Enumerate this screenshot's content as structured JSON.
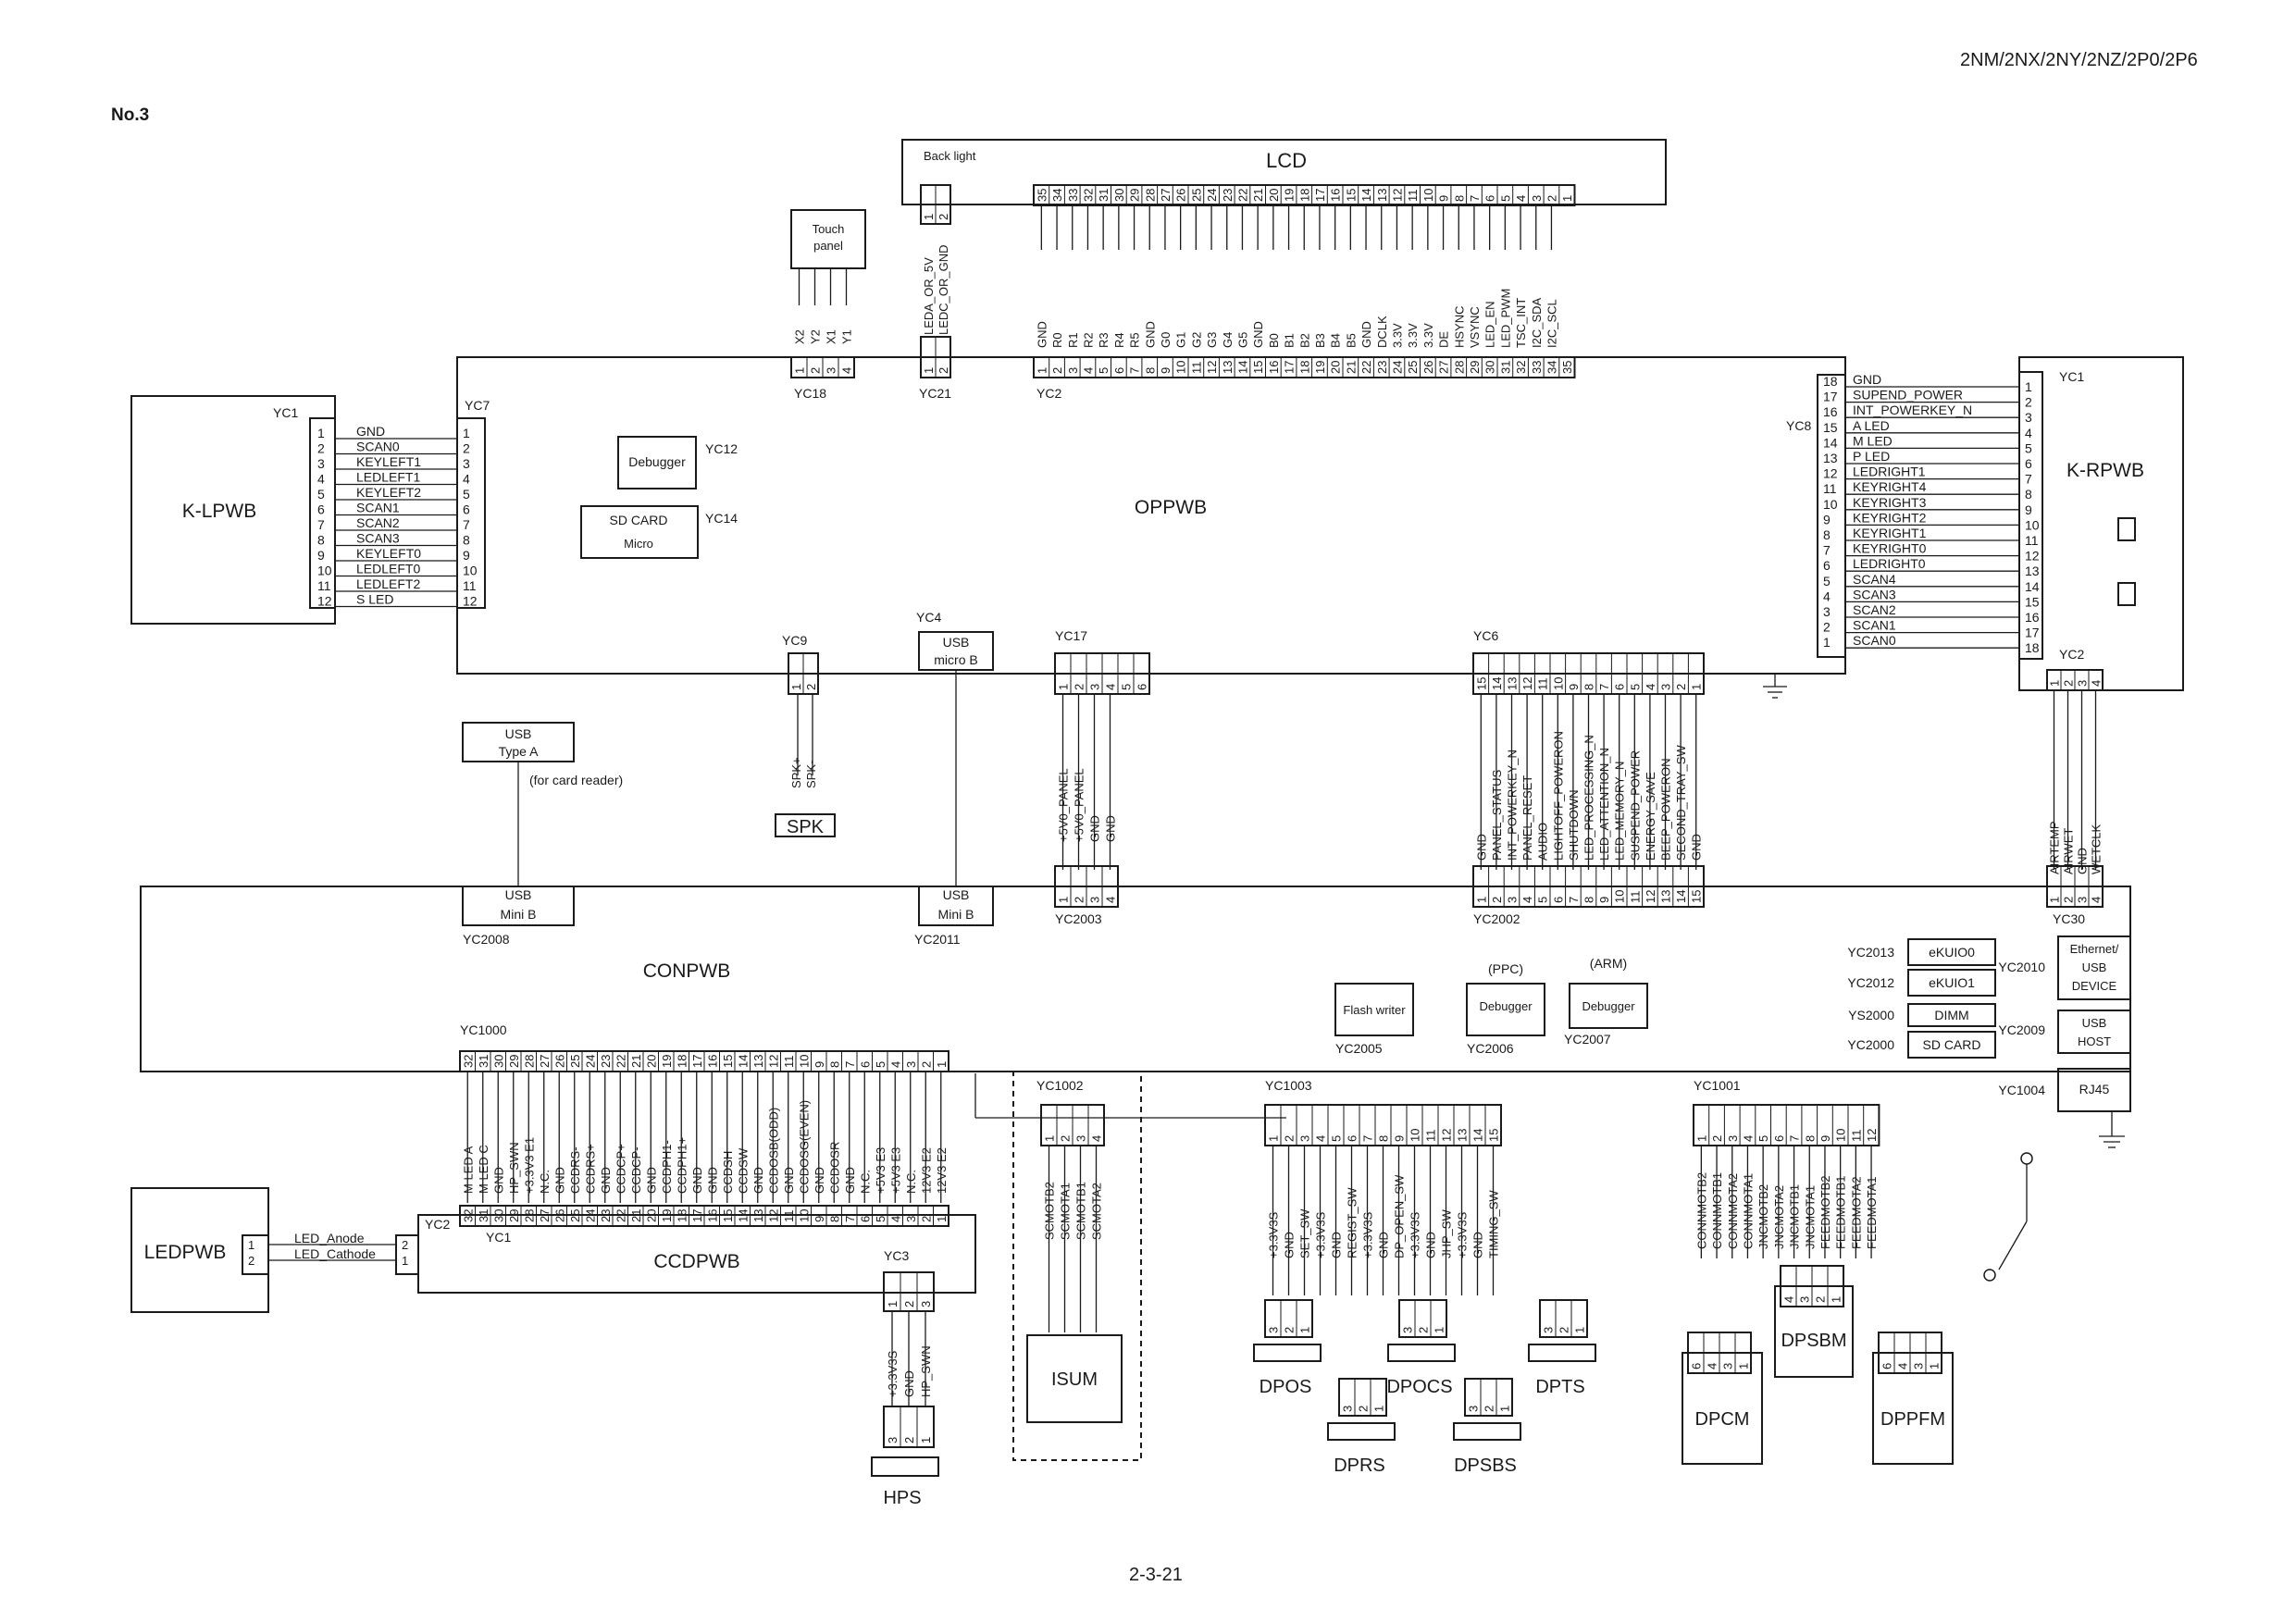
{
  "header": {
    "model": "2NM/2NX/2NY/2NZ/2P0/2P6",
    "section": "No.3"
  },
  "footer": {
    "page": "2-3-21"
  },
  "boards": {
    "lcd": "LCD",
    "backlight": "Back light",
    "touch": "Touch panel",
    "oppwb": "OPPWB",
    "conpwb": "CONPWB",
    "ccdpwb": "CCDPWB",
    "klpwb": "K-LPWB",
    "krpwb": "K-RPWB",
    "ledpwb": "LEDPWB",
    "isum": "ISUM",
    "spk": "SPK",
    "debugger": "Debugger",
    "sdcard": "SD CARD",
    "micro": "Micro",
    "usb": "USB",
    "usb_microb": "micro B",
    "usb_typea": "Type A",
    "usb_minib": "Mini B",
    "card_reader_note": "(for card reader)",
    "flash_writer": "Flash writer",
    "ppc": "(PPC)",
    "arm": "(ARM)",
    "ekuio0": "eKUIO0",
    "ekuio1": "eKUIO1",
    "dimm": "DIMM",
    "eth_usb_device": [
      "Ethernet/",
      "USB",
      "DEVICE"
    ],
    "usb_host": [
      "USB",
      "HOST"
    ],
    "rj45": "RJ45"
  },
  "connector_ids": {
    "yc1": "YC1",
    "yc2": "YC2",
    "yc3": "YC3",
    "yc4": "YC4",
    "yc6": "YC6",
    "yc7": "YC7",
    "yc8": "YC8",
    "yc9": "YC9",
    "yc12": "YC12",
    "yc14": "YC14",
    "yc17": "YC17",
    "yc18": "YC18",
    "yc21": "YC21",
    "yc30": "YC30",
    "yc1000": "YC1000",
    "yc1001": "YC1001",
    "yc1002": "YC1002",
    "yc1003": "YC1003",
    "yc1004": "YC1004",
    "yc2000": "YC2000",
    "yc2002": "YC2002",
    "yc2003": "YC2003",
    "yc2005": "YC2005",
    "yc2006": "YC2006",
    "yc2007": "YC2007",
    "yc2008": "YC2008",
    "yc2009": "YC2009",
    "yc2010": "YC2010",
    "yc2011": "YC2011",
    "yc2012": "YC2012",
    "yc2013": "YC2013",
    "ys2000": "YS2000"
  },
  "signals": {
    "yc2_lcd": [
      "GND",
      "R0",
      "R1",
      "R2",
      "R3",
      "R4",
      "R5",
      "GND",
      "G0",
      "G1",
      "G2",
      "G3",
      "G4",
      "G5",
      "GND",
      "B0",
      "B1",
      "B2",
      "B3",
      "B4",
      "B5",
      "GND",
      "DCLK",
      "3.3V",
      "3.3V",
      "3.3V",
      "DE",
      "HSYNC",
      "VSYNC",
      "LED_EN",
      "LED_PWM",
      "TSC_INT",
      "I2C_SDA",
      "I2C_SCL"
    ],
    "yc21": [
      "LEDA_OR_5V",
      "LEDC_OR_GND"
    ],
    "yc18": [
      "X2",
      "Y2",
      "X1",
      "Y1"
    ],
    "yc7": [
      "GND",
      "SCAN0",
      "KEYLEFT1",
      "LEDLEFT1",
      "KEYLEFT2",
      "SCAN1",
      "SCAN2",
      "SCAN3",
      "KEYLEFT0",
      "LEDLEFT0",
      "LEDLEFT2",
      "S LED"
    ],
    "yc8": [
      "GND",
      "SUPEND_POWER",
      "INT_POWERKEY_N",
      "A LED",
      "M LED",
      "P LED",
      "LEDRIGHT1",
      "KEYRIGHT4",
      "KEYRIGHT3",
      "KEYRIGHT2",
      "KEYRIGHT1",
      "KEYRIGHT0",
      "LEDRIGHT0",
      "SCAN4",
      "SCAN3",
      "SCAN2",
      "SCAN1",
      "SCAN0"
    ],
    "yc9": [
      "SPK+",
      "SPK-"
    ],
    "yc17": [
      "+5V0_PANEL",
      "+5V0_PANEL",
      "GND",
      "GND"
    ],
    "yc6": [
      "GND",
      "PANEL_STATUS",
      "INT_POWERKEY_N",
      "PANEL_RESET",
      "AUDIO",
      "LIGHTOFF_POWERON",
      "SHUTDOWN",
      "LED_PROCESSING_N",
      "LED_ATTENTION_N",
      "LED_MEMORY_N",
      "SUSPEND_POWER",
      "ENERGY_SAVE",
      "BEEP_POWERON",
      "SECOND_TRAY_SW",
      "GND"
    ],
    "yc30": [
      "AIRTEMP",
      "AIRWET",
      "GND",
      "WETCLK"
    ],
    "yc1000": [
      "M LED A",
      "M LED C",
      "GND",
      "HP_SWN",
      "+3.3V3 E1",
      "N.C.",
      "GND",
      "CCDRS-",
      "CCDRS+",
      "GND",
      "CCDCP+",
      "CCDCP-",
      "GND",
      "CCDPH1-",
      "CCDPH1+",
      "GND",
      "GND",
      "CCDSH",
      "CCDSW",
      "GND",
      "CCDOSB(ODD)",
      "GND",
      "CCDOSG(EVEN)",
      "GND",
      "CCDOSR",
      "GND",
      "N.C.",
      "+5V3 E3",
      "+5V3 E3",
      "N.C.",
      "12V3 E2",
      "12V3 E2"
    ],
    "yc1002": [
      "SCMOTB2",
      "SCMOTA1",
      "SCMOTB1",
      "SCMOTA2"
    ],
    "yc1003": [
      "+3.3V3S",
      "GND",
      "SET_SW",
      "+3.3V3S",
      "GND",
      "REGIST_SW",
      "+3.3V3S",
      "GND",
      "DP_OPEN_SW",
      "+3.3V3S",
      "GND",
      "JHP_SW",
      "+3.3V3S",
      "GND",
      "TIMING_SW"
    ],
    "yc1001": [
      "CONNMOTB2",
      "CONNMOTB1",
      "CONNMOTA2",
      "CONNMOTA1",
      "JNCMOTB2",
      "JNCMOTA2",
      "JNCMOTB1",
      "JNCMOTA1",
      "FEEDMOTB2",
      "FEEDMOTB1",
      "FEEDMOTA2",
      "FEEDMOTA1"
    ],
    "yc3": [
      "+3.3V3S",
      "GND",
      "HP_SWN"
    ],
    "ledpwb": [
      "LED_Anode",
      "LED_Cathode"
    ]
  },
  "sensors": {
    "dpos": "DPOS",
    "dprs": "DPRS",
    "dpocs": "DPOCS",
    "dpsbs": "DPSBS",
    "dpts": "DPTS",
    "hps": "HPS"
  },
  "motors": {
    "dpcm": "DPCM",
    "dpsbm": "DPSBM",
    "dppfm": "DPPFM"
  }
}
